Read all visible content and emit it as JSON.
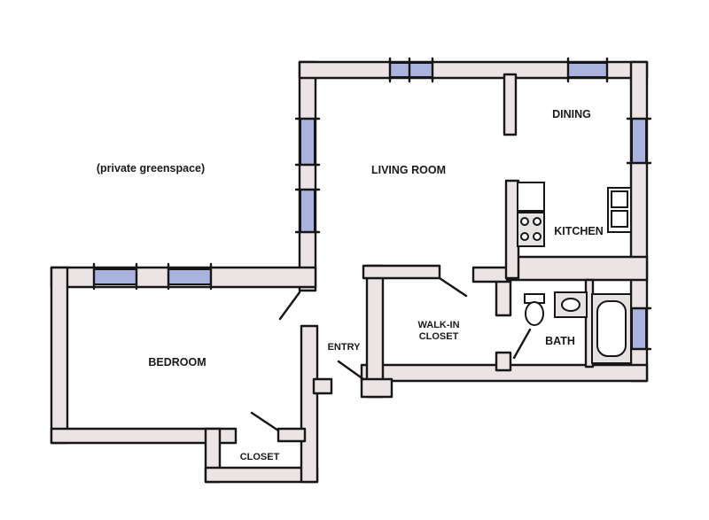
{
  "rooms": {
    "living_room": "LIVING ROOM",
    "dining": "DINING",
    "kitchen": "KITCHEN",
    "bedroom": "BEDROOM",
    "walk_in_closet_line1": "WALK-IN",
    "walk_in_closet_line2": "CLOSET",
    "bath": "BATH",
    "entry": "ENTRY",
    "closet": "CLOSET"
  },
  "notes": {
    "greenspace": "(private greenspace)"
  },
  "colors": {
    "wall_fill": "#ece4e4",
    "window_fill": "#aab3dd",
    "ink": "#161616"
  }
}
